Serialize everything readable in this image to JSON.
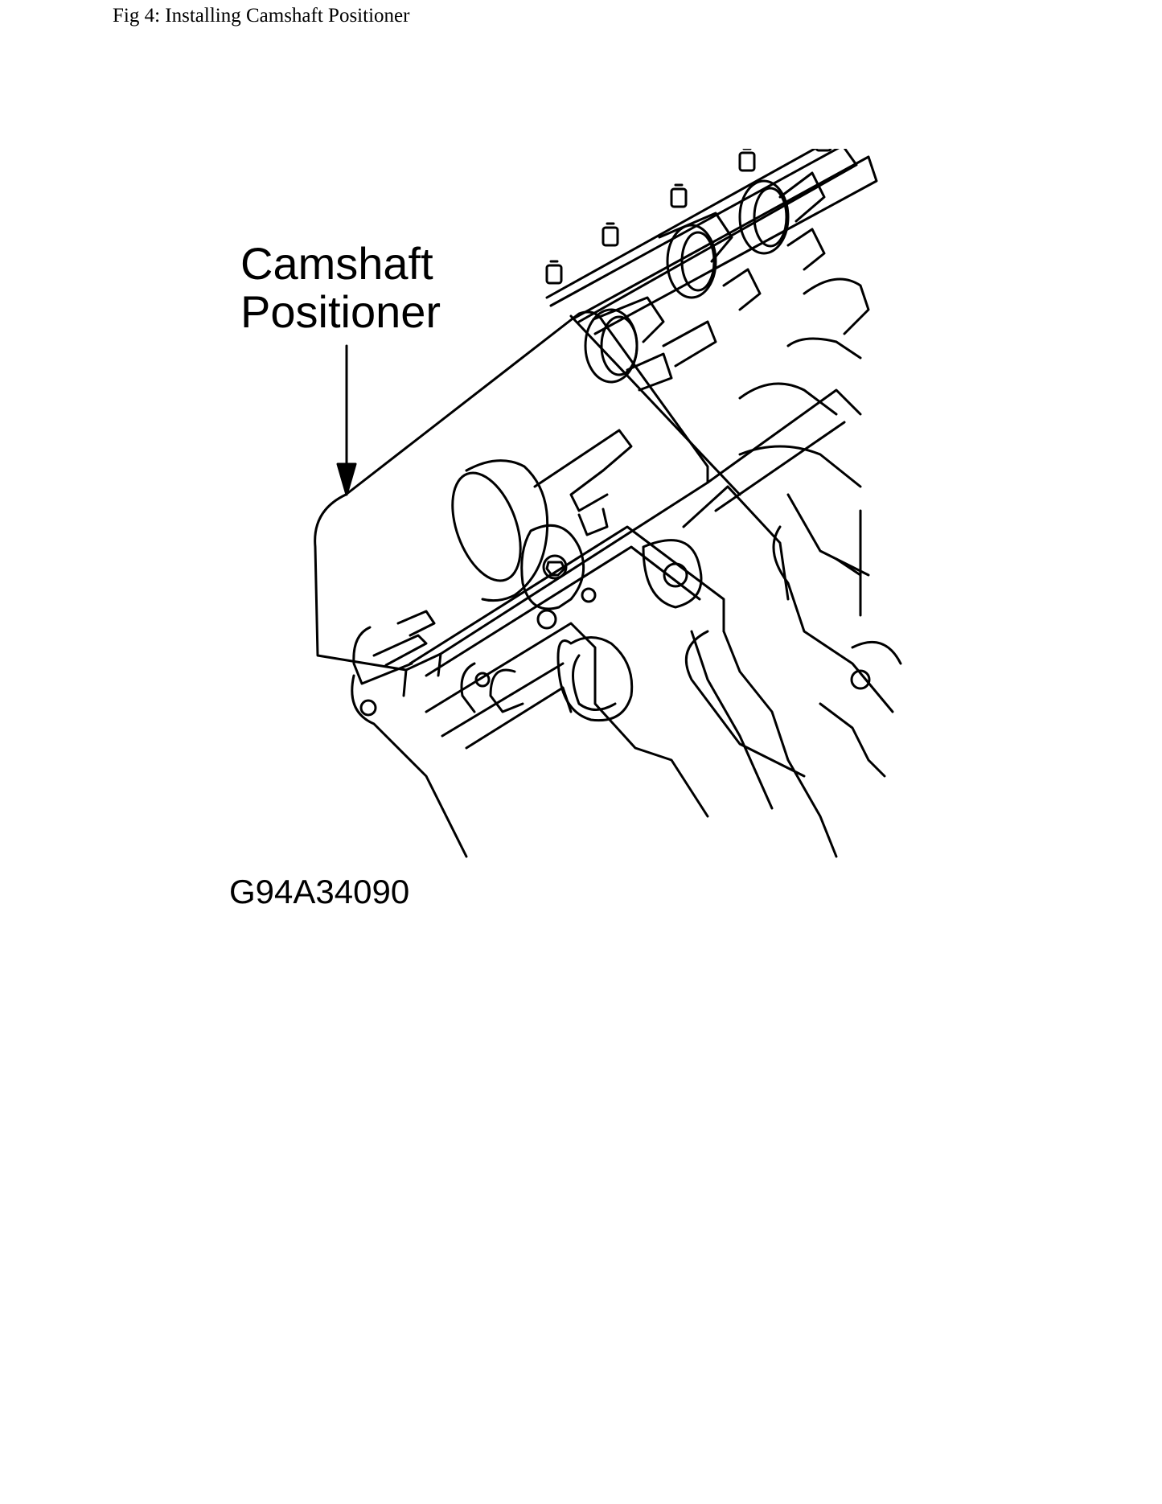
{
  "caption": "Fig 4: Installing Camshaft Positioner",
  "callout": {
    "line1": "Camshaft",
    "line2": "Positioner"
  },
  "figure_id": "G94A34090"
}
